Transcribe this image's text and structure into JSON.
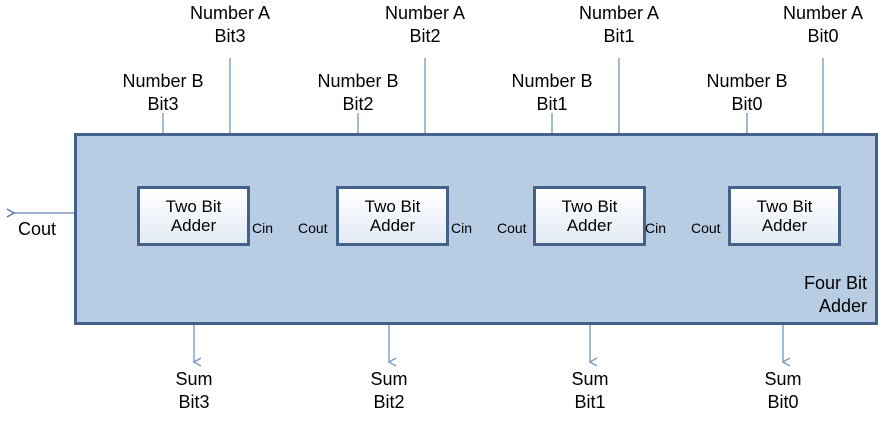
{
  "diagram": {
    "title_inside": {
      "line1": "Four Bit",
      "line2": "Adder"
    },
    "outer_block_name": "Four Bit Adder",
    "colors": {
      "outer_fill": "#b8cce4",
      "outer_border": "#44618c",
      "box_border": "#44618c",
      "box_fill": "#f0f4fa",
      "wire": "#7c9cc4",
      "wire_dark": "#5b7aa8",
      "text": "#000000"
    },
    "adders": [
      {
        "id": "adder-bit3",
        "line1": "Two Bit",
        "line2": "Adder"
      },
      {
        "id": "adder-bit2",
        "line1": "Two Bit",
        "line2": "Adder"
      },
      {
        "id": "adder-bit1",
        "line1": "Two Bit",
        "line2": "Adder"
      },
      {
        "id": "adder-bit0",
        "line1": "Two Bit",
        "line2": "Adder"
      }
    ],
    "inputs_a": [
      {
        "line1": "Number A",
        "line2": "Bit3"
      },
      {
        "line1": "Number A",
        "line2": "Bit2"
      },
      {
        "line1": "Number A",
        "line2": "Bit1"
      },
      {
        "line1": "Number A",
        "line2": "Bit0"
      }
    ],
    "inputs_b": [
      {
        "line1": "Number B",
        "line2": "Bit3"
      },
      {
        "line1": "Number B",
        "line2": "Bit2"
      },
      {
        "line1": "Number B",
        "line2": "Bit1"
      },
      {
        "line1": "Number B",
        "line2": "Bit0"
      }
    ],
    "outputs_sum": [
      {
        "line1": "Sum",
        "line2": "Bit3"
      },
      {
        "line1": "Sum",
        "line2": "Bit2"
      },
      {
        "line1": "Sum",
        "line2": "Bit1"
      },
      {
        "line1": "Sum",
        "line2": "Bit0"
      }
    ],
    "carry_out_external": "Cout",
    "carry_pins": [
      {
        "cin": "Cin",
        "cout": "Cout"
      },
      {
        "cin": "Cin",
        "cout": "Cout"
      },
      {
        "cin": "Cin",
        "cout": "Cout"
      }
    ]
  }
}
